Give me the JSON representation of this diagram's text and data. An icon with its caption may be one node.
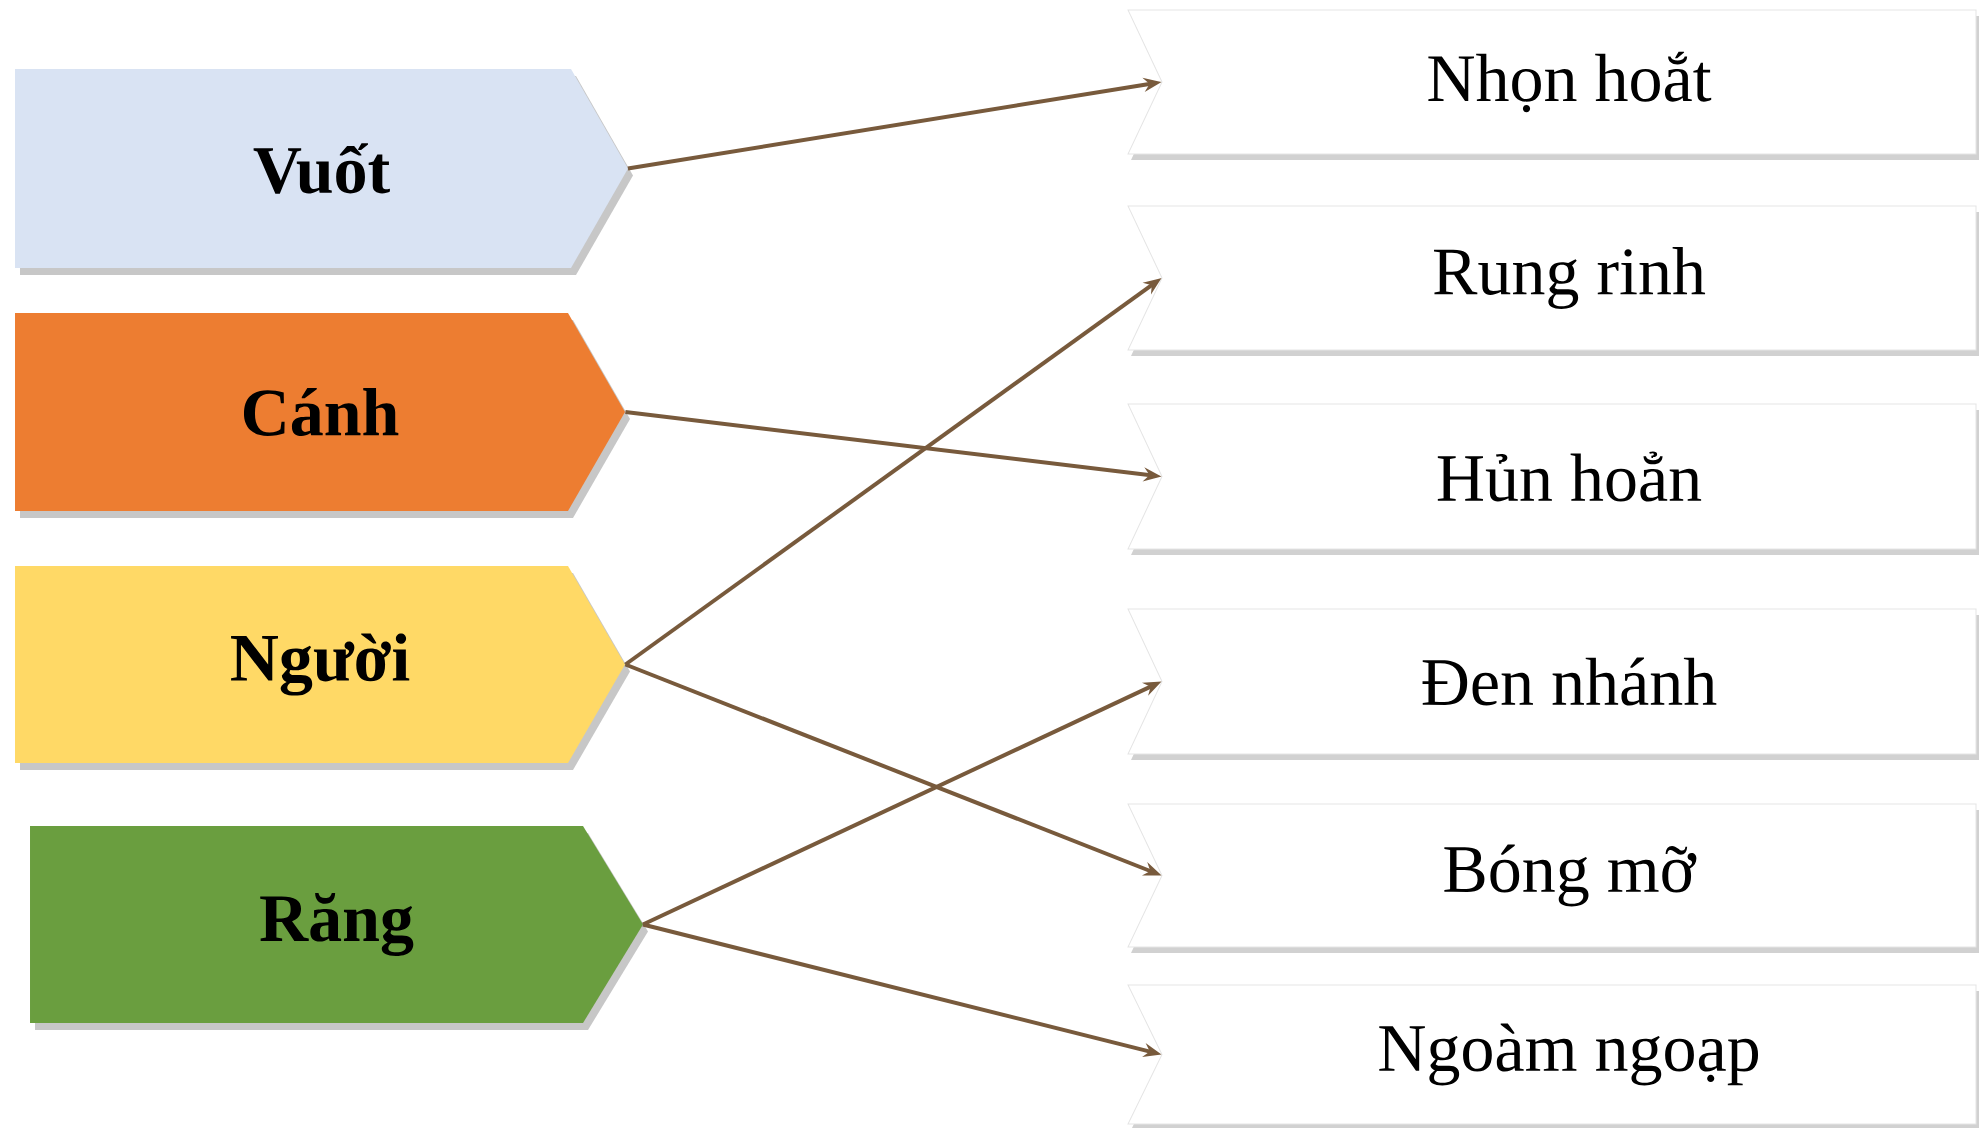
{
  "diagram": {
    "nodes": [
      {
        "text": [
          "Vuốt"
        ]
      },
      {
        "text": [
          "Cánh"
        ]
      },
      {
        "text": [
          "Người"
        ]
      },
      {
        "text": [
          "Răng"
        ]
      },
      {
        "text": [
          "Nhọn hoắt"
        ]
      },
      {
        "text": [
          "Rung rinh"
        ]
      },
      {
        "text": [
          "Hủn hoẳn"
        ]
      },
      {
        "text": [
          "Đen nhánh"
        ]
      },
      {
        "text": [
          "Bóng mỡ"
        ]
      },
      {
        "text": [
          "Ngoàm ngoạp"
        ]
      }
    ],
    "edges": [
      {
        "from": 0,
        "to": 4,
        "arrow": "to"
      },
      {
        "from": 1,
        "to": 6,
        "arrow": "to"
      },
      {
        "from": 2,
        "to": 5,
        "arrow": "to"
      },
      {
        "from": 2,
        "to": 8,
        "arrow": "to"
      },
      {
        "from": 3,
        "to": 7,
        "arrow": "to"
      },
      {
        "from": 3,
        "to": 9,
        "arrow": "to"
      }
    ]
  }
}
